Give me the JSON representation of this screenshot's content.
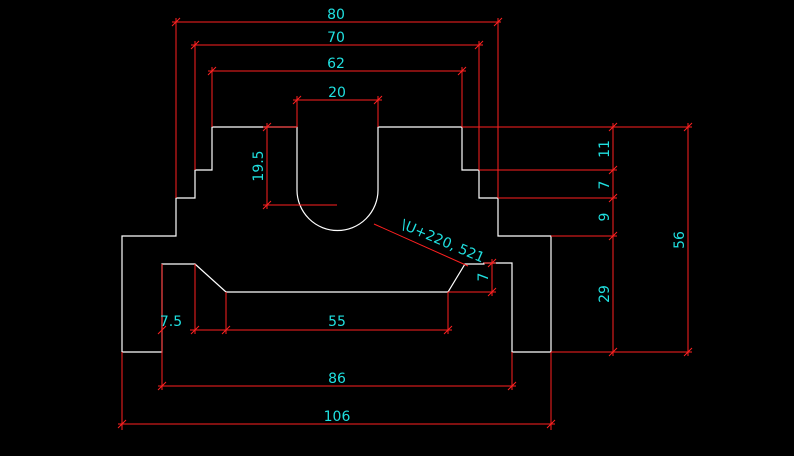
{
  "colors": {
    "background": "#000000",
    "outline": "#ffffff",
    "dimension_lines": "#ff2020",
    "dimension_text": "#20e0e0"
  },
  "dimensions": {
    "width_80": "80",
    "width_70": "70",
    "width_62": "62",
    "slot_20": "20",
    "radius_19_5": "19.5",
    "height_11": "11",
    "height_7_right": "7",
    "height_9": "9",
    "height_29": "29",
    "height_56": "56",
    "chamfer_7": "7",
    "inner_55": "55",
    "inner_7_5": "7.5",
    "width_86": "86",
    "width_106": "106"
  },
  "annotation": {
    "leader_text": "\\U+220, 521"
  }
}
